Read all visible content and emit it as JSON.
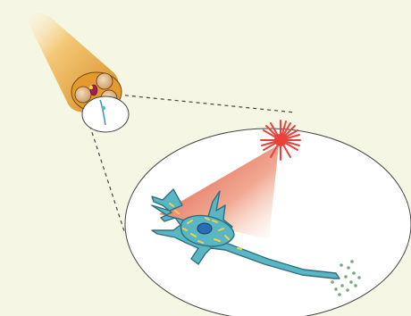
{
  "diagram": {
    "components": [
      {
        "name": "optical-fiber-bundle",
        "icon": "fiber-cable-icon"
      },
      {
        "name": "fiber-tip-zoom-circle",
        "icon": "magnify-circle-icon"
      },
      {
        "name": "light-source",
        "icon": "starburst-icon"
      },
      {
        "name": "light-beam",
        "icon": "light-cone-icon"
      },
      {
        "name": "neuron",
        "icon": "neuron-icon"
      },
      {
        "name": "neurotransmitter-release",
        "icon": "dots-icon"
      }
    ],
    "colors": {
      "background": "#f5f6e4",
      "fiber_orange": "#e6a43a",
      "fiber_highlight": "#f6d08a",
      "fiber_end": "#d8b07a",
      "light_red": "#e8423a",
      "beam_red": "#d8382f",
      "neuron_blue": "#5bb6c4",
      "neuron_outline": "#2f6f80",
      "nucleus_blue": "#2b6db2",
      "channels_yellow": "#f2d34a",
      "release_green": "#77a77b",
      "dash_gray": "#444444"
    }
  }
}
